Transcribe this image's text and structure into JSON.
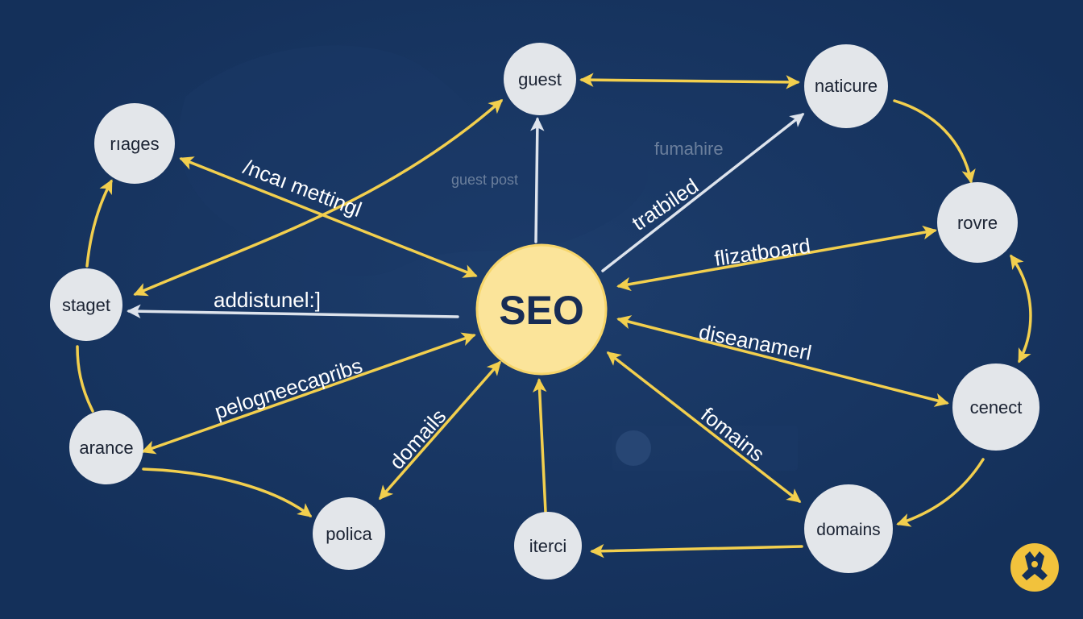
{
  "center": {
    "label": "SEO"
  },
  "nodes": [
    {
      "id": "guest",
      "label": "guest"
    },
    {
      "id": "naticure",
      "label": "naticure"
    },
    {
      "id": "rages",
      "label": "rıages"
    },
    {
      "id": "rovre",
      "label": "rovre"
    },
    {
      "id": "staget",
      "label": "staget"
    },
    {
      "id": "cenect",
      "label": "cenect"
    },
    {
      "id": "arance",
      "label": "arance"
    },
    {
      "id": "polica",
      "label": "polica"
    },
    {
      "id": "iterci",
      "label": "iterci"
    },
    {
      "id": "domains",
      "label": "domains"
    }
  ],
  "edge_labels": {
    "ncai": "/ncaı mettingl",
    "tratbiled": "tratbiled",
    "flizatboard": "flizatboard",
    "addistunel": "addistunel:]",
    "pelogne": "pelogneecapribs",
    "disean": "diseanamerl",
    "domails": "domails",
    "fomains": "fomains"
  },
  "background_text": {
    "guest_post": "guest post",
    "fumahire": "fumahire"
  },
  "colors": {
    "background": "#14305a",
    "node_fill": "#e3e6ea",
    "center_fill": "#fbe49a",
    "arrow": "#f2cf4e",
    "center_text": "#172c55",
    "logo": "#f2c23c"
  },
  "logo": {
    "icon": "anchor-badge-icon"
  }
}
